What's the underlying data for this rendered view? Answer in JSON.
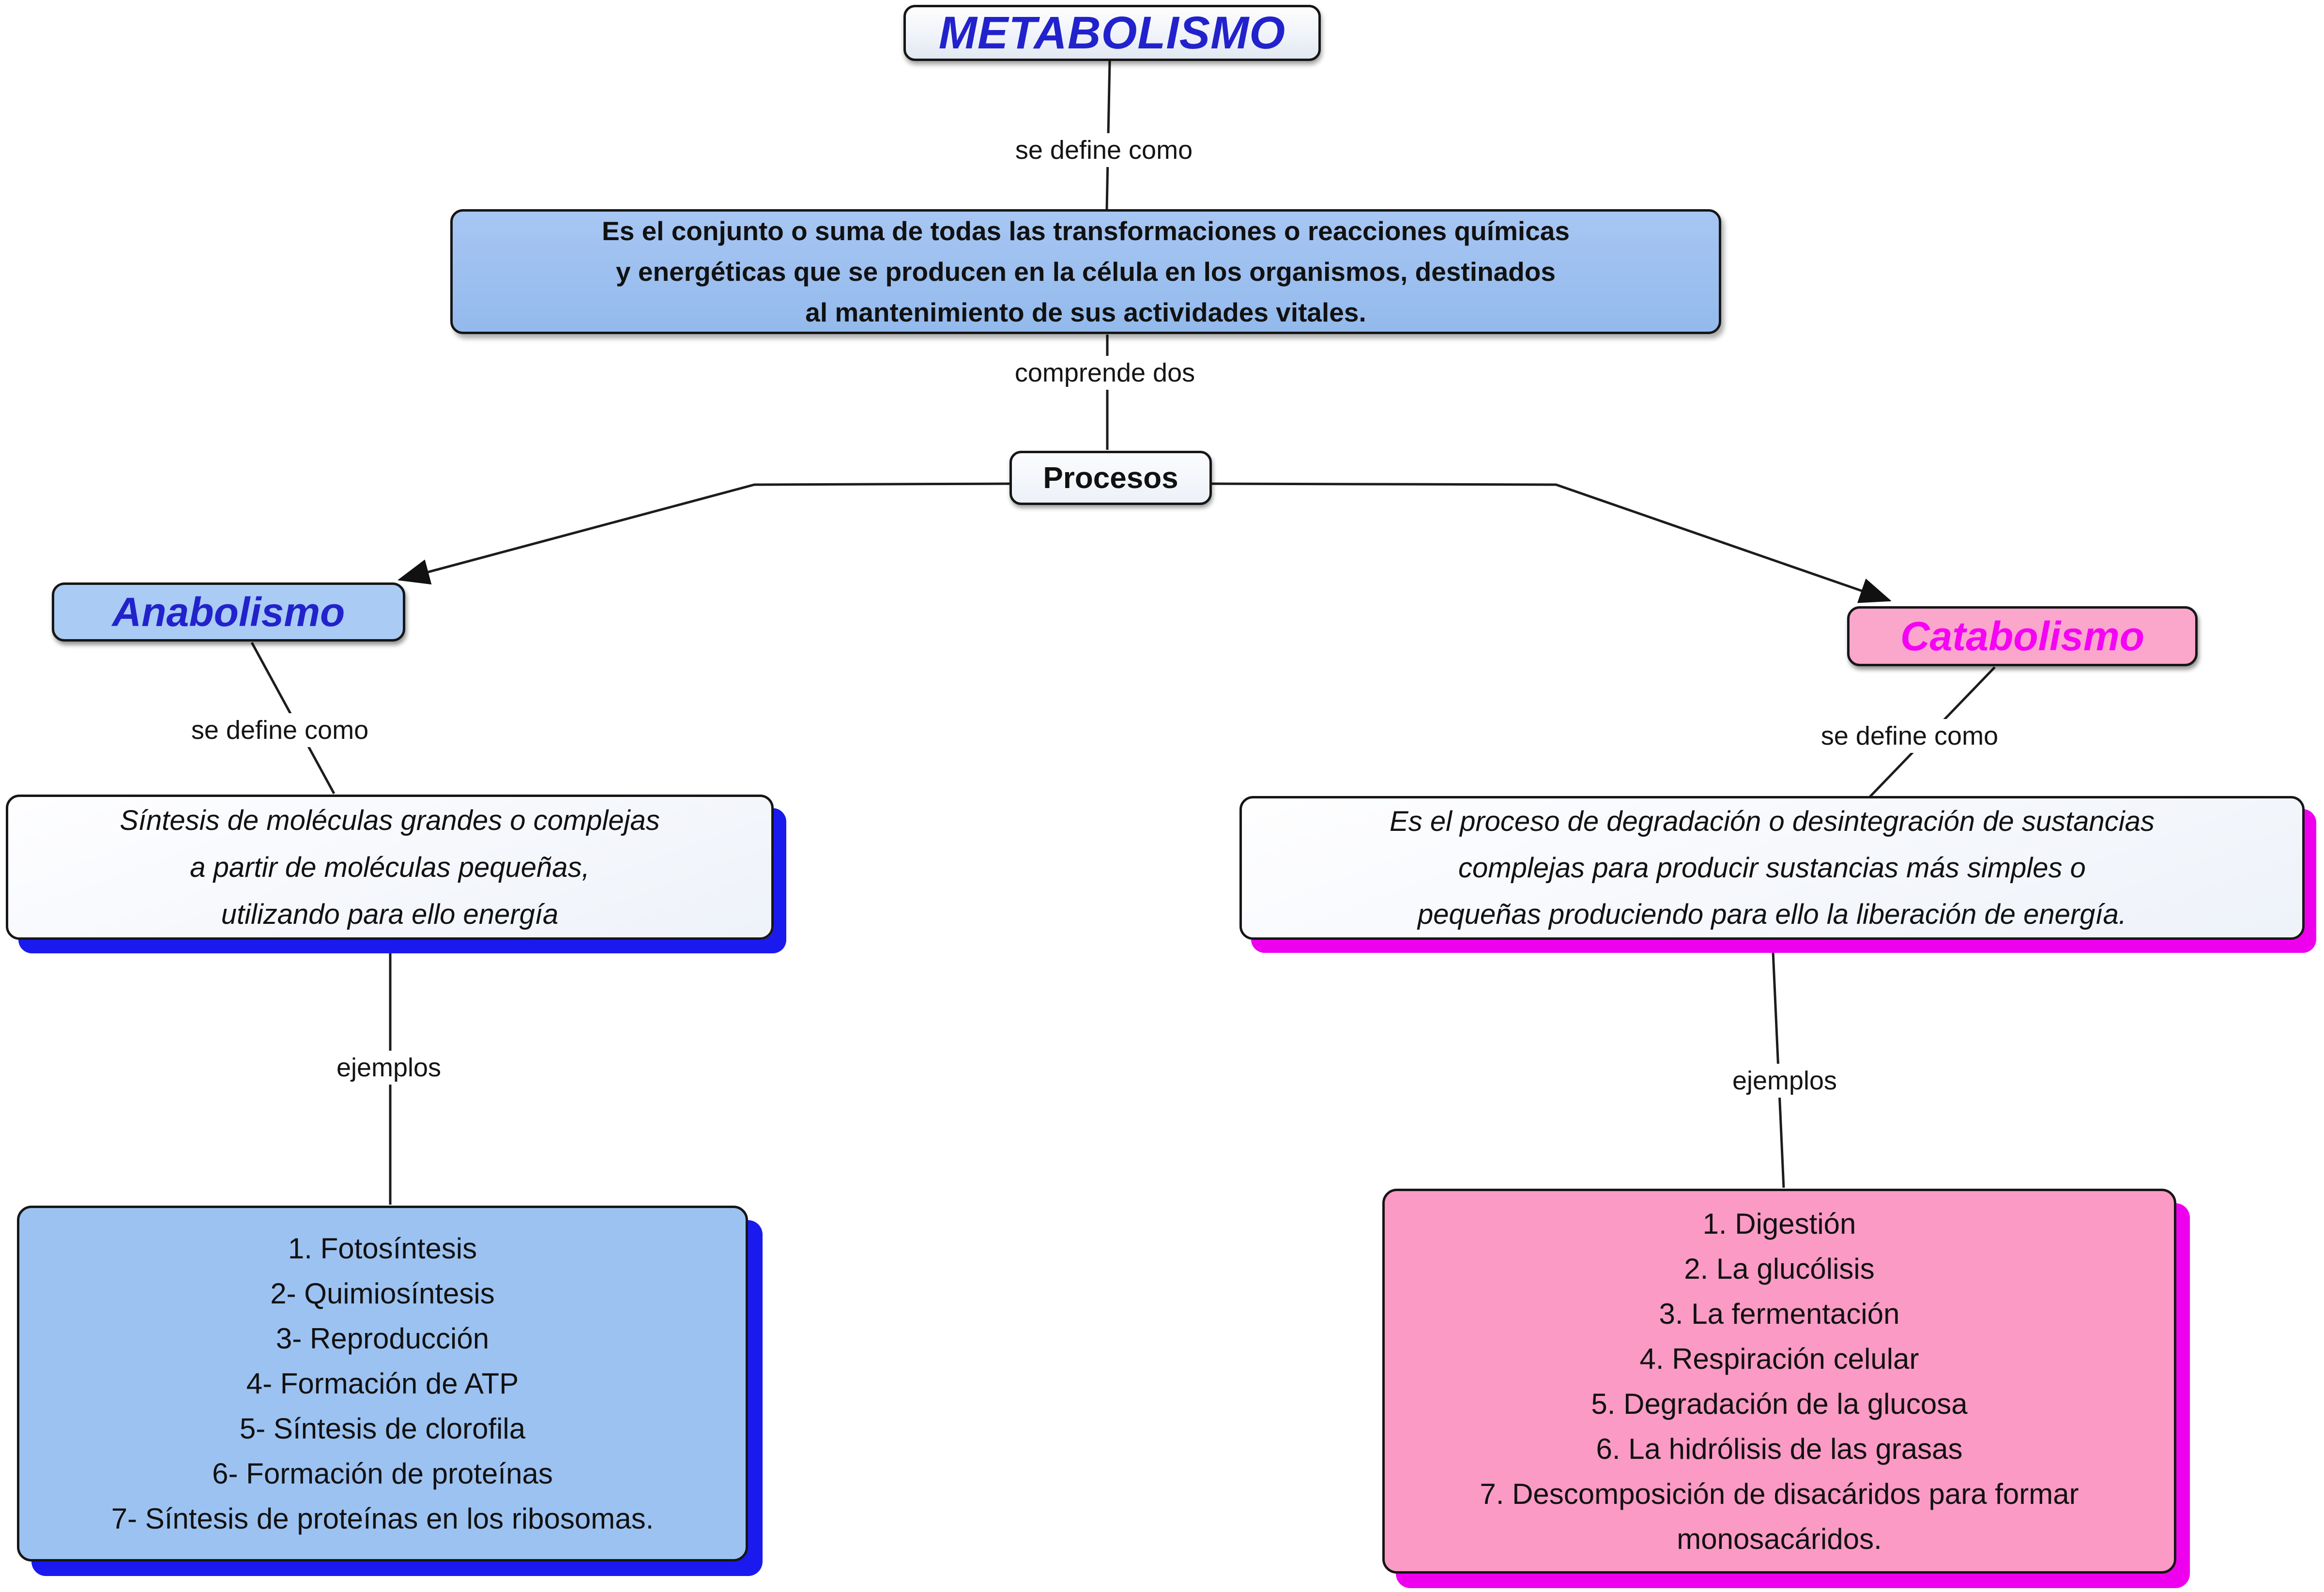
{
  "colors": {
    "title_blue": "#2222cc",
    "title_magenta": "#f503f5",
    "node_blue_bg": "#a9cbf4",
    "node_pink_bg": "#fba6cb",
    "panel_blue_bg": "#96bbec",
    "examples_blue_bg": "#9cc2f1",
    "examples_pink_bg": "#fb9ac5",
    "blue_shadow": "#1a1aee",
    "magenta_shadow": "#ee00ee",
    "line_color": "#1c1c1c"
  },
  "root": {
    "title": "METABOLISMO",
    "definition": "Es el conjunto o suma de todas las transformaciones o reacciones químicas\ny energéticas que se producen en la célula en los organismos, destinados\nal mantenimiento de sus actividades vitales."
  },
  "procesos_label": "Procesos",
  "connectors": {
    "se_define_como_root": "se define como",
    "comprende_dos": "comprende dos",
    "se_define_como_anabolismo": "se define como",
    "se_define_como_catabolismo": "se define como",
    "ejemplos_anabolismo": "ejemplos",
    "ejemplos_catabolismo": "ejemplos"
  },
  "anabolismo": {
    "title": "Anabolismo",
    "definition": "Síntesis de moléculas grandes o complejas\na partir de moléculas pequeñas,\nutilizando para ello energía",
    "examples": [
      "1. Fotosíntesis",
      "2- Quimiosíntesis",
      "3- Reproducción",
      "4- Formación de ATP",
      "5- Síntesis de clorofila",
      "6- Formación de proteínas",
      "7- Síntesis de proteínas en los ribosomas."
    ]
  },
  "catabolismo": {
    "title": "Catabolismo",
    "definition": "Es el proceso de degradación o desintegración de sustancias\ncomplejas para producir sustancias más simples o\npequeñas produciendo para ello la liberación de energía.",
    "examples": [
      "1. Digestión",
      "2. La glucólisis",
      "3. La fermentación",
      "4. Respiración celular",
      "5. Degradación de la glucosa",
      "6. La hidrólisis de las grasas",
      "7. Descomposición de disacáridos para formar monosacáridos."
    ]
  }
}
